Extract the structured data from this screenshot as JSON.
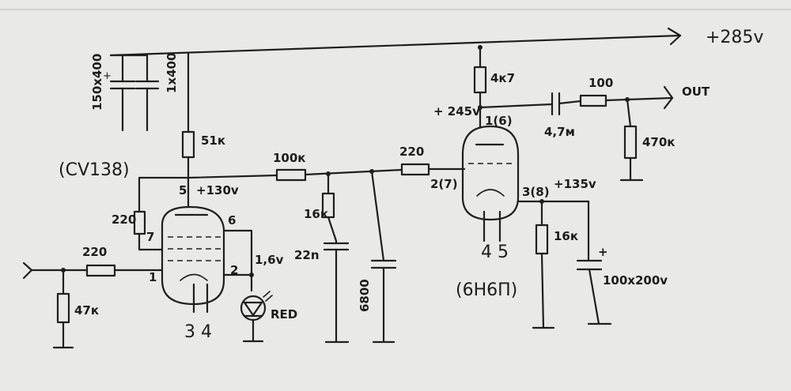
{
  "supply": {
    "voltage": "+285v",
    "out": "OUT"
  },
  "capacitors": {
    "c_filter_1": "150x400",
    "c_filter_2": "1x400",
    "c_coupling_1": "22n",
    "c_coupling_2": "6800",
    "c_output": "4,7м",
    "c_cathode": "100x200v"
  },
  "resistors": {
    "r_anode_1": "51к",
    "r_series_1": "100к",
    "r_shunt_1": "16к",
    "r_grid_2": "220",
    "r_anode_2": "4к7",
    "r_out_series": "100",
    "r_out_shunt": "470к",
    "r_cathode_2": "16к",
    "r_g2": "220",
    "r_input": "220",
    "r_input_shunt": "47к"
  },
  "tubes": {
    "tube1_name": "(CV138)",
    "tube2_name": "(6Н6П)"
  },
  "pins": {
    "t1_p5": "5",
    "t1_p7": "7",
    "t1_p6": "6",
    "t1_p1": "1",
    "t1_p2": "2",
    "t1_heater": "3  4",
    "t2_anode": "1(6)",
    "t2_grid": "2(7)",
    "t2_cathode": "3(8)",
    "t2_heater": "4  5"
  },
  "voltages": {
    "v_anode_1": "+130v",
    "v_led": "1,6v",
    "v_anode_2": "+ 245v",
    "v_cathode_2": "+135v"
  },
  "led": {
    "label": "RED"
  },
  "polarity": {
    "plus_1": "+",
    "plus_2": "+"
  }
}
